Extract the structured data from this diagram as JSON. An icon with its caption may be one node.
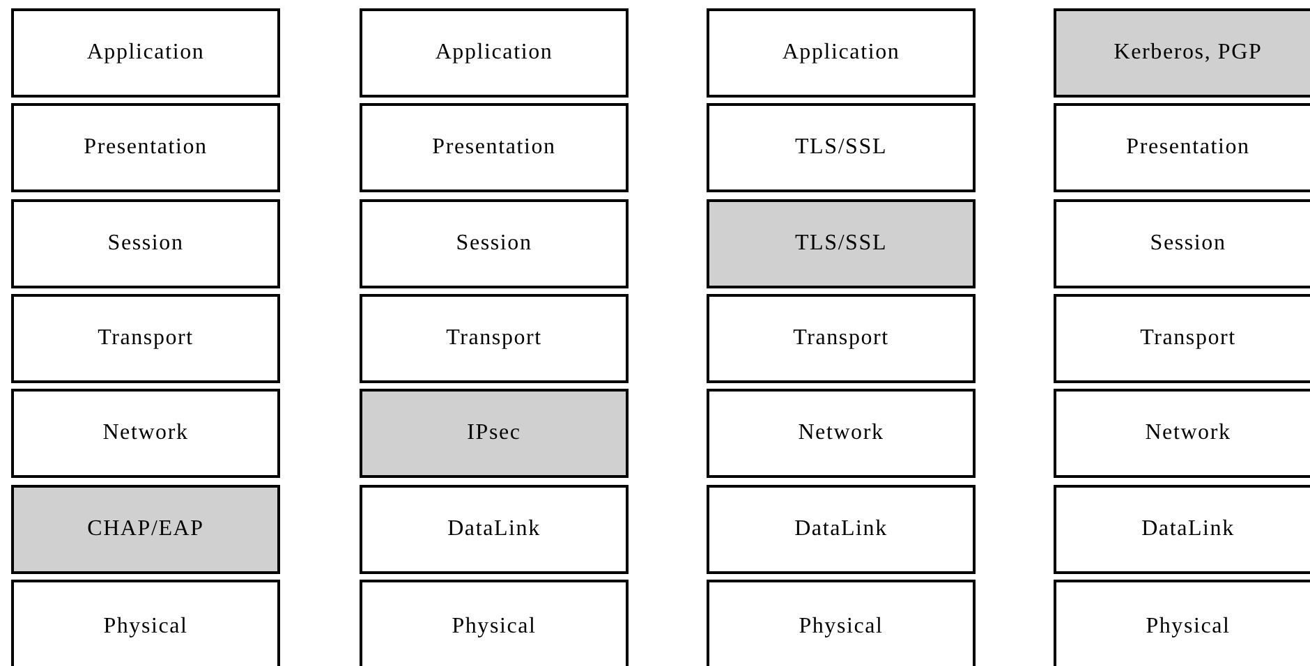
{
  "diagram": {
    "nodes": [
      {
        "text": [
          "Application"
        ]
      },
      {
        "text": [
          "Presentation"
        ]
      },
      {
        "text": [
          "Session"
        ]
      },
      {
        "text": [
          "Transport"
        ]
      },
      {
        "text": [
          "Network"
        ]
      },
      {
        "text": [
          "CHAP/EAP"
        ]
      },
      {
        "text": [
          "Physical"
        ]
      },
      {
        "text": [
          "Application"
        ]
      },
      {
        "text": [
          "Presentation"
        ]
      },
      {
        "text": [
          "Session"
        ]
      },
      {
        "text": [
          "Transport"
        ]
      },
      {
        "text": [
          "IPsec"
        ]
      },
      {
        "text": [
          "DataLink"
        ]
      },
      {
        "text": [
          "Physical"
        ]
      },
      {
        "text": [
          "Application"
        ]
      },
      {
        "text": [
          "TLS/SSL"
        ]
      },
      {
        "text": [
          "TLS/SSL"
        ]
      },
      {
        "text": [
          "Transport"
        ]
      },
      {
        "text": [
          "Network"
        ]
      },
      {
        "text": [
          "DataLink"
        ]
      },
      {
        "text": [
          "Physical"
        ]
      },
      {
        "text": [
          "Kerberos, PGP"
        ]
      },
      {
        "text": [
          "Presentation"
        ]
      },
      {
        "text": [
          "Session"
        ]
      },
      {
        "text": [
          "Transport"
        ]
      },
      {
        "text": [
          "Network"
        ]
      },
      {
        "text": [
          "DataLink"
        ]
      },
      {
        "text": [
          "Physical"
        ]
      }
    ]
  }
}
